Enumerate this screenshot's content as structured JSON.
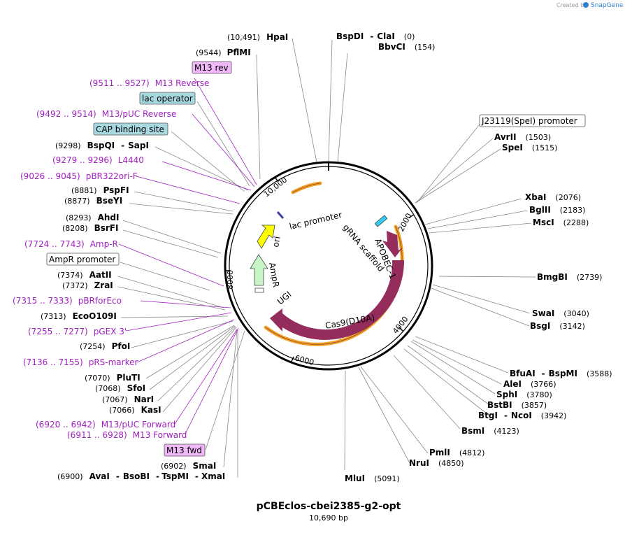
{
  "header": {
    "created_by": "Created by",
    "brand": "SnapGene"
  },
  "plasmid": {
    "name": "pCBEclos-cbei2385-g2-opt",
    "length_label": "10,690 bp",
    "length": 10690
  },
  "ticks": [
    "2000",
    "4000",
    "6000",
    "8000",
    "10,000"
  ],
  "colors": {
    "feature": "#952d5c",
    "orange": "#f1a12b",
    "yellow": "#ffff00",
    "ampr": "#c8f5c8",
    "primer": "#a020c0",
    "primer_box": "#f0b8f8",
    "teal_box": "#a8d8e0",
    "gRNA": "#33ccee"
  },
  "sites": [
    {
      "pos": "(10,491)",
      "name": "HpaI"
    },
    {
      "name": "BspDI",
      "sep": "-",
      "name2": "ClaI",
      "pos": "(0)"
    },
    {
      "name": "BbvCI",
      "pos": "(154)"
    },
    {
      "pos": "(9544)",
      "name": "PflMI"
    },
    {
      "pos": "(9298)",
      "name": "BspQI",
      "sep": "-",
      "name2": "SapI"
    },
    {
      "pos": "(8881)",
      "name": "PspFI"
    },
    {
      "pos": "(8877)",
      "name": "BseYI"
    },
    {
      "pos": "(8293)",
      "name": "AhdI"
    },
    {
      "pos": "(8208)",
      "name": "BsrFI"
    },
    {
      "pos": "(7374)",
      "name": "AatII"
    },
    {
      "pos": "(7372)",
      "name": "ZraI"
    },
    {
      "pos": "(7313)",
      "name": "EcoO109I"
    },
    {
      "pos": "(7254)",
      "name": "PfoI"
    },
    {
      "pos": "(7070)",
      "name": "PluTI"
    },
    {
      "pos": "(7068)",
      "name": "SfoI"
    },
    {
      "pos": "(7067)",
      "name": "NarI"
    },
    {
      "pos": "(7066)",
      "name": "KasI"
    },
    {
      "pos": "(6902)",
      "name": "SmaI"
    },
    {
      "pos": "(6900)",
      "name": "AvaI",
      "sep": "-",
      "name2": "BsoBI",
      "sep2": "-",
      "name3": "TspMI",
      "sep3": "-",
      "name4": "XmaI"
    },
    {
      "name": "AvrII",
      "pos": "(1503)"
    },
    {
      "name": "SpeI",
      "pos": "(1515)"
    },
    {
      "name": "XbaI",
      "pos": "(2076)"
    },
    {
      "name": "BglII",
      "pos": "(2183)"
    },
    {
      "name": "MscI",
      "pos": "(2288)"
    },
    {
      "name": "BmgBI",
      "pos": "(2739)"
    },
    {
      "name": "SwaI",
      "pos": "(3040)"
    },
    {
      "name": "BsgI",
      "pos": "(3142)"
    },
    {
      "name": "BfuAI",
      "sep": "-",
      "name2": "BspMI",
      "pos": "(3588)"
    },
    {
      "name": "AleI",
      "pos": "(3766)"
    },
    {
      "name": "SphI",
      "pos": "(3780)"
    },
    {
      "name": "BstBI",
      "pos": "(3857)"
    },
    {
      "name": "BtgI",
      "sep": "-",
      "name2": "NcoI",
      "pos": "(3942)"
    },
    {
      "name": "BsmI",
      "pos": "(4123)"
    },
    {
      "name": "PmlI",
      "pos": "(4812)"
    },
    {
      "name": "NruI",
      "pos": "(4850)"
    },
    {
      "name": "MluI",
      "pos": "(5091)"
    }
  ],
  "primers": [
    {
      "range": "(9511 .. 9527)",
      "name": "M13 Reverse"
    },
    {
      "range": "(9492 .. 9514)",
      "name": "M13/pUC Reverse"
    },
    {
      "range": "(9279 .. 9296)",
      "name": "L4440"
    },
    {
      "range": "(9026 .. 9045)",
      "name": "pBR322ori-F"
    },
    {
      "range": "(7724 .. 7743)",
      "name": "Amp-R"
    },
    {
      "range": "(7315 .. 7333)",
      "name": "pBRforEco"
    },
    {
      "range": "(7255 .. 7277)",
      "name": "pGEX 3'"
    },
    {
      "range": "(7136 .. 7155)",
      "name": "pRS-marker"
    },
    {
      "range": "(6920 .. 6942)",
      "name": "M13/pUC Forward"
    },
    {
      "range": "(6911 .. 6928)",
      "name": "M13 Forward"
    }
  ],
  "boxes": [
    "M13 rev",
    "lac operator",
    "CAP binding site",
    "AmpR promoter",
    "M13 fwd",
    "J23119(SpeI) promoter"
  ],
  "features": [
    "lac promoter",
    "gRNA scaffold",
    "APOBEC-1",
    "Cas9(D10A)",
    "UGI",
    "AmpR",
    "ori"
  ]
}
